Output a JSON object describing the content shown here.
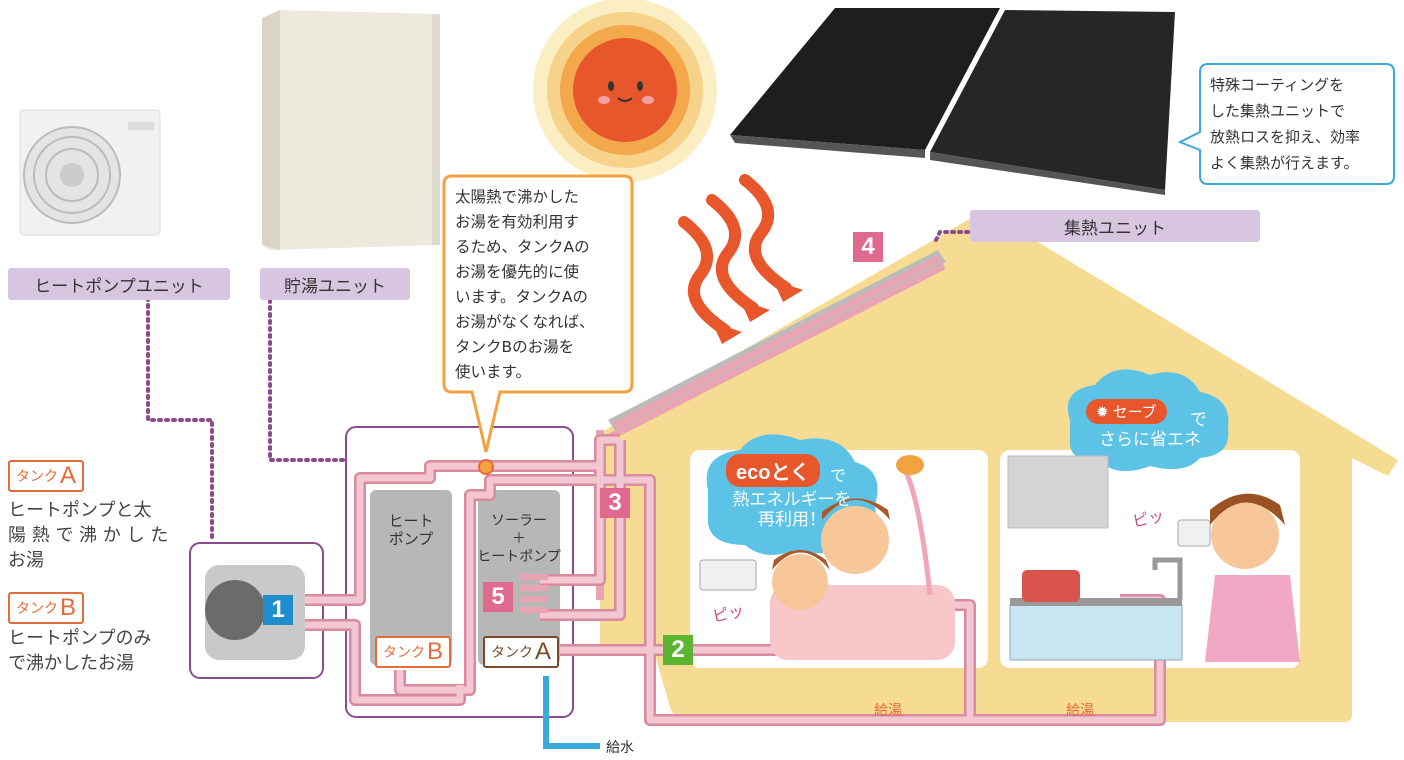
{
  "labels": {
    "heat_pump_unit": "ヒートポンプユニット",
    "storage_unit": "貯湯ユニット",
    "collector_unit": "集熱ユニット"
  },
  "bubbles": {
    "tank_note": [
      "太陽熱で沸かした",
      "お湯を有効利用す",
      "るため、タンクAの",
      "お湯を優先的に使",
      "います。タンクAの",
      "お湯がなくなれば、",
      "タンクBのお湯を",
      "使います。"
    ],
    "coating_note": [
      "特殊コーティングを",
      "した集熱ユニットで",
      "放熱ロスを抑え、効率",
      "よく集熱が行えます。"
    ]
  },
  "legend": {
    "tank_a_prefix": "タンク",
    "tank_a_letter": "A",
    "tank_a_desc": [
      "ヒートポンプと太",
      "陽 熱 で 沸 か し た",
      "お湯"
    ],
    "tank_b_prefix": "タンク",
    "tank_b_letter": "B",
    "tank_b_desc": [
      "ヒートポンプのみ",
      "で沸かしたお湯"
    ]
  },
  "tanks": {
    "heat_pump_tank": [
      "ヒート",
      "ポンプ"
    ],
    "solar_tank": [
      "ソーラー",
      "＋",
      "ヒートポンプ"
    ],
    "tag_prefix": "タンク",
    "tag_b": "B",
    "tag_a": "A"
  },
  "numbers": [
    "1",
    "2",
    "3",
    "4",
    "5"
  ],
  "pipes": {
    "hot_water_left": "給湯",
    "hot_water_right": "給湯",
    "water_supply": "給水"
  },
  "clouds": {
    "eco_badge": "ecoとく",
    "eco_de": "で",
    "eco_text": [
      "熱エネルギーを",
      "再利用！"
    ],
    "safe_badge": "セーブ",
    "safe_de": "で",
    "safe_text": "さらに省エネ"
  },
  "sounds": {
    "beep_left": "ピッ",
    "beep_right": "ピッ"
  },
  "colors": {
    "pipe_pink": "#e9a4b4",
    "pipe_outline": "#d98a9e",
    "accent_orange": "#e76a3a",
    "unit_purple": "#8b4b8f",
    "house_yellow": "#f6dc92",
    "water_blue": "#3aa8dc",
    "number_blue": "#1f8dcc",
    "number_pink": "#e06a8e",
    "number_green": "#5cb531",
    "cloud_blue": "#5cc2e6"
  }
}
